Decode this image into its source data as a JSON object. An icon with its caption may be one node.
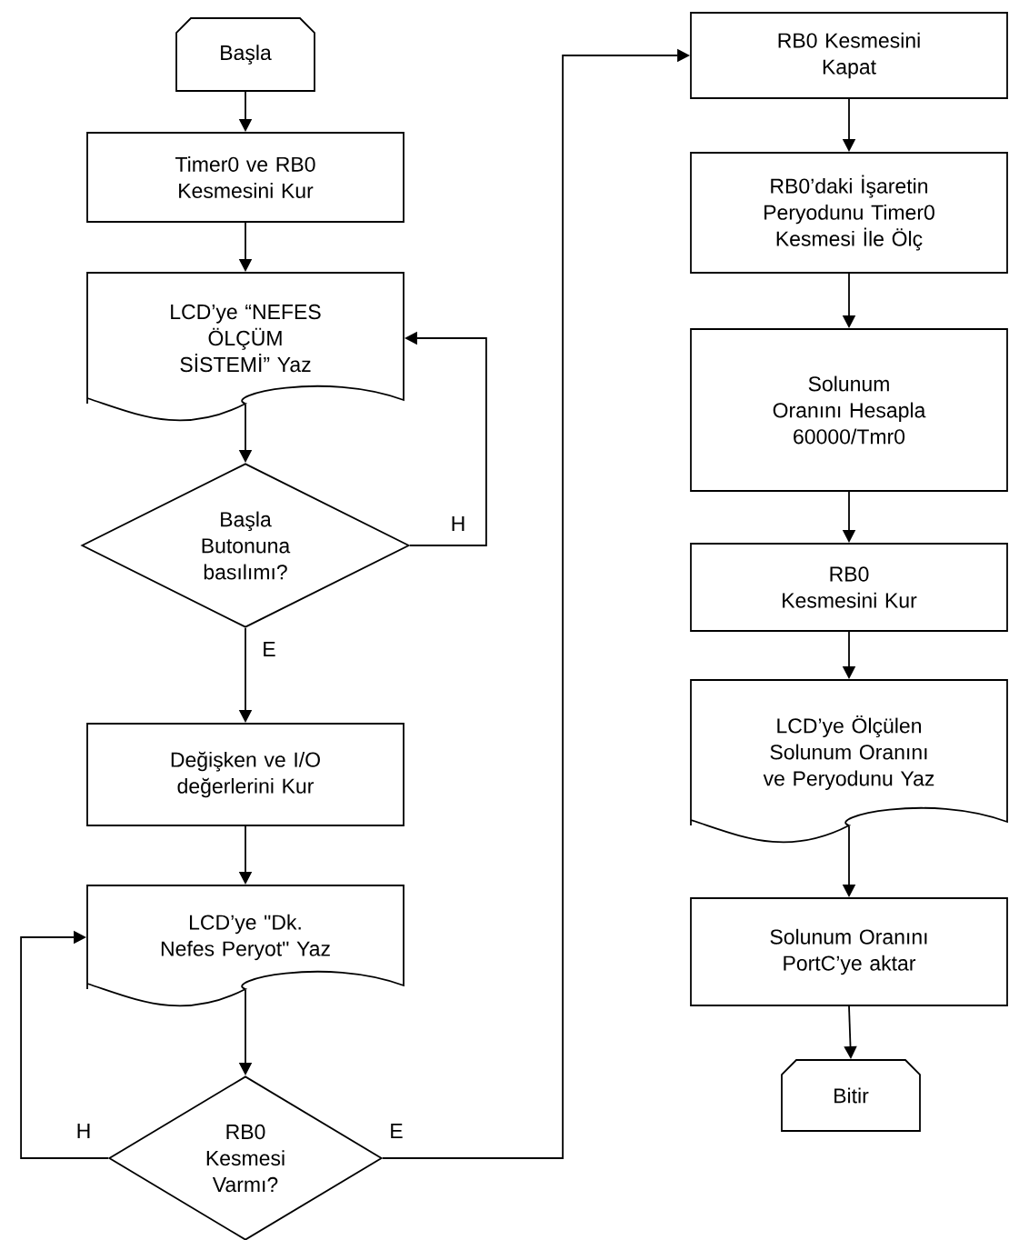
{
  "diagram": {
    "nodes": [
      {
        "text": [
          "Başla"
        ]
      },
      {
        "text": [
          "Timer0 ve RB0 Kesmesini Kur"
        ]
      },
      {
        "text": [
          "LCD’ye “NEFES ÖLÇÜM SİSTEMİ” Yaz"
        ]
      },
      {
        "text": [
          "Başla Butonuna basılımı?"
        ]
      },
      {
        "text": [
          "Değişken ve I/O değerlerini Kur"
        ]
      },
      {
        "text": [
          "LCD’ye \"Dk. Nefes Peryot\" Yaz"
        ]
      },
      {
        "text": [
          "RB0 Kesmesi Varmı?"
        ]
      },
      {
        "text": [
          "RB0 Kesmesini Kapat"
        ]
      },
      {
        "text": [
          "RB0’daki İşaretin Peryodunu Timer0 Kesmesi İle Ölç"
        ]
      },
      {
        "text": [
          "Solunum Oranını Hesapla 60000/Tmr0"
        ]
      },
      {
        "text": [
          "RB0 Kesmesini Kur"
        ]
      },
      {
        "text": [
          "LCD’ye Ölçülen Solunum Oranını ve Peryodunu Yaz"
        ]
      },
      {
        "text": [
          "Solunum Oranını PortC’ye aktar"
        ]
      },
      {
        "text": [
          "Bitir"
        ]
      }
    ],
    "edges": [
      {
        "from": 0,
        "to": 1,
        "arrow": "to"
      },
      {
        "from": 1,
        "to": 2,
        "arrow": "to"
      },
      {
        "from": 2,
        "to": 3,
        "arrow": "to"
      },
      {
        "from": 3,
        "to": 2,
        "arrow": "to",
        "label": "H"
      },
      {
        "from": 3,
        "to": 4,
        "arrow": "to",
        "label": "E"
      },
      {
        "from": 4,
        "to": 5,
        "arrow": "to"
      },
      {
        "from": 5,
        "to": 6,
        "arrow": "to"
      },
      {
        "from": 6,
        "to": 5,
        "arrow": "to",
        "label": "H"
      },
      {
        "from": 6,
        "to": 7,
        "arrow": "to",
        "label": "E"
      },
      {
        "from": 7,
        "to": 8,
        "arrow": "to"
      },
      {
        "from": 8,
        "to": 9,
        "arrow": "to"
      },
      {
        "from": 9,
        "to": 10,
        "arrow": "to"
      },
      {
        "from": 10,
        "to": 11,
        "arrow": "to"
      },
      {
        "from": 11,
        "to": 12,
        "arrow": "to"
      },
      {
        "from": 12,
        "to": 13,
        "arrow": "to"
      }
    ]
  }
}
